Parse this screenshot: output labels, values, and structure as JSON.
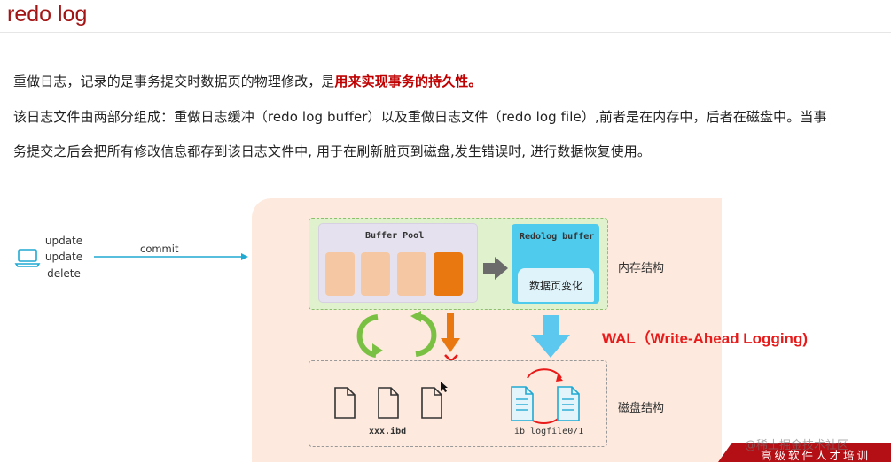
{
  "title": "redo log",
  "intro": {
    "prefix": "重做日志，记录的是事务提交时数据页的物理修改，是",
    "emphasis": "用来实现事务的持久性",
    "suffix": "。"
  },
  "paragraph_line1": "该日志文件由两部分组成：重做日志缓冲（redo log buffer）以及重做日志文件（redo log file）,前者是在内存中，后者在磁盘中。当事",
  "paragraph_line2": "务提交之后会把所有修改信息都存到该日志文件中, 用于在刷新脏页到磁盘,发生错误时, 进行数据恢复使用。",
  "diagram": {
    "client_ops": [
      "update",
      "update",
      "delete"
    ],
    "commit_label": "commit",
    "buffer_pool_label": "Buffer Pool",
    "redolog_buffer_label": "Redolog buffer",
    "redolog_inner_label": "数据页变化",
    "memory_label": "内存结构",
    "disk_label": "磁盘结构",
    "wal_label": "WAL（Write-Ahead Logging)",
    "ibd_label": "xxx.ibd",
    "logfile_label": "ib_logfile0/1",
    "icons": [
      "laptop-icon",
      "arrow-right-icon",
      "cycle-arrows-icon",
      "down-arrow-icon",
      "blocked-x-icon",
      "file-icon",
      "log-file-icon",
      "mouse-cursor-icon"
    ],
    "colors": {
      "panel": "#fde9dd",
      "memory_box": "#dff1cd",
      "buffer_pool": "#e5e1ee",
      "page_light": "#f6c7a3",
      "page_dark": "#e97810",
      "redolog_buffer": "#4fcbee",
      "wal_text": "#e81a1a",
      "commit_arrow": "#21a9d2",
      "cycle_arrows": "#7ac143",
      "flush_arrow": "#e97810"
    }
  },
  "watermark": "@稀土掘金技术社区",
  "band_text": "高级软件人才培训"
}
